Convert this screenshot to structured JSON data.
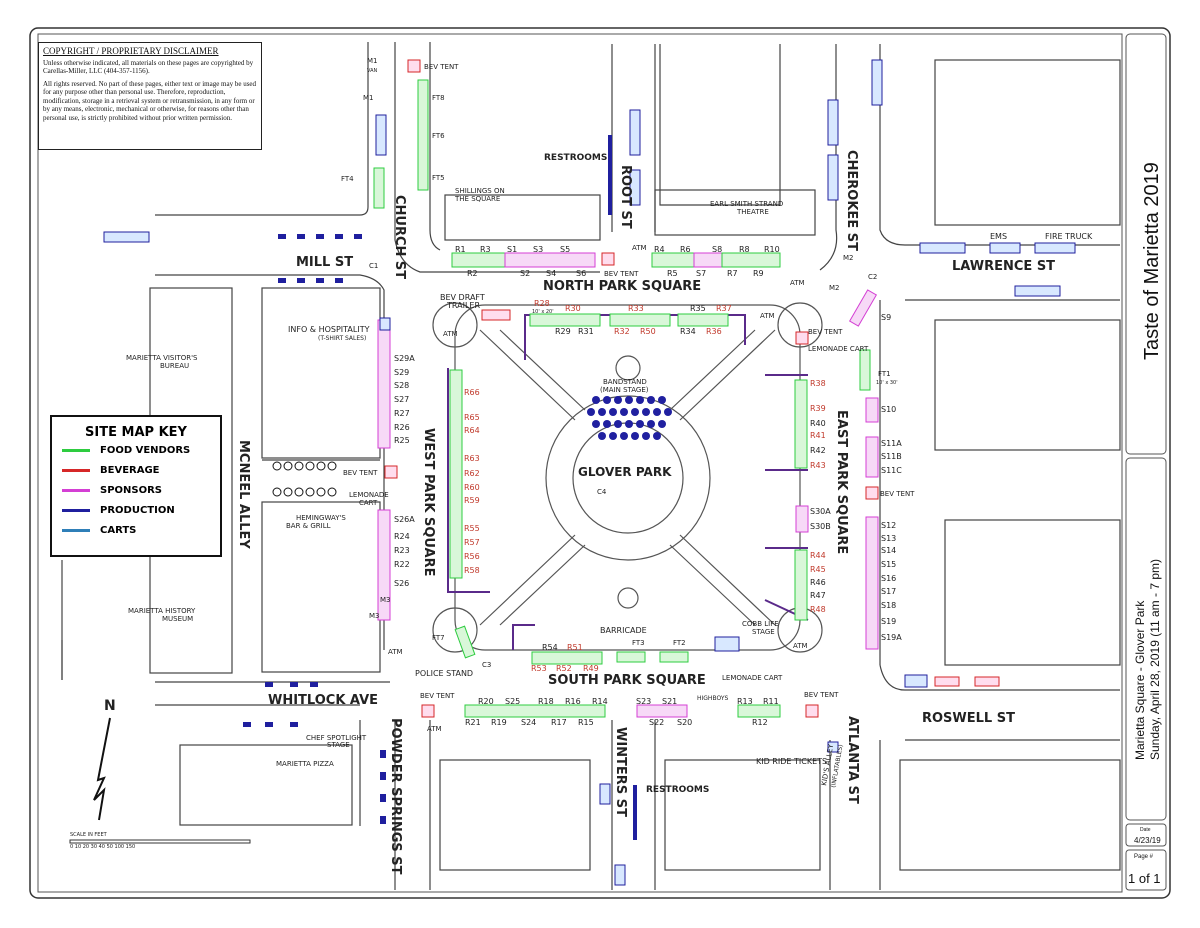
{
  "title": "Taste of Marietta 2019",
  "subtitle_line1": "Marietta Square - Glover Park",
  "subtitle_line2": "Sunday, April 28, 2019 (11 am - 7 pm)",
  "date_label": "Date",
  "date": "4/23/19",
  "page_label": "Page #",
  "page": "1 of 1",
  "disclaimer": {
    "title": "COPYRIGHT / PROPRIETARY DISCLAIMER",
    "p1": "Unless otherwise indicated, all materials on these pages are copyrighted by Carellas-Miller, LLC (404-357-1156).",
    "p2": "All rights reserved. No part of these pages, either text or image may be used for any purpose other than personal use. Therefore, reproduction, modification, storage in a retrieval system or retransmission, in any form or by any means, electronic, mechanical or otherwise, for reasons other than personal use, is strictly prohibited without prior written permission."
  },
  "key": {
    "title": "SITE MAP KEY",
    "items": [
      {
        "label": "FOOD VENDORS",
        "color": "#2ecc40"
      },
      {
        "label": "BEVERAGE",
        "color": "#d62728"
      },
      {
        "label": "SPONSORS",
        "color": "#d43fd4"
      },
      {
        "label": "PRODUCTION",
        "color": "#1f1f9e"
      },
      {
        "label": "CARTS",
        "color": "#2f7fb8"
      }
    ]
  },
  "streets": {
    "mill": "MILL ST",
    "church": "CHURCH ST",
    "north_park": "NORTH PARK SQUARE",
    "root": "ROOT ST",
    "cherokee": "CHEROKEE ST",
    "lawrence": "LAWRENCE ST",
    "mcneel": "MCNEEL ALLEY",
    "west_park": "WEST PARK SQUARE",
    "east_park": "EAST PARK SQUARE",
    "south_park": "SOUTH PARK SQUARE",
    "whitlock": "WHITLOCK AVE",
    "powder": "POWDER SPRINGS ST",
    "winters": "WINTERS ST",
    "atlanta": "ATLANTA ST",
    "roswell": "ROSWELL ST"
  },
  "places": {
    "glover": "GLOVER PARK",
    "bandstand": "BANDSTAND",
    "main_stage": "(MAIN STAGE)",
    "visitors": "MARIETTA VISITOR'S",
    "bureau": "BUREAU",
    "museum1": "MARIETTA HISTORY",
    "museum2": "MUSEUM",
    "hemingway1": "HEMINGWAY'S",
    "hemingway2": "BAR & GRILL",
    "pizza": "MARIETTA PIZZA",
    "strand1": "EARL SMITH STRAND",
    "strand2": "THEATRE",
    "shillings1": "SHILLINGS ON",
    "shillings2": "THE SQUARE",
    "restrooms_n": "RESTROOMS",
    "restrooms_s": "RESTROOMS",
    "info1": "INFO & HOSPITALITY",
    "info2": "(T-SHIRT SALES)",
    "ems": "EMS",
    "fire": "FIRE TRUCK",
    "police": "POLICE STAND",
    "barricade": "BARRICADE",
    "cobb1": "COBB LIFE",
    "cobb2": "STAGE",
    "chef1": "CHEF SPOTLIGHT",
    "chef2": "STAGE",
    "kid_tickets": "KID RIDE TICKETS",
    "kids_alley1": "KID'S ALLEY",
    "kids_alley2": "(INFLATABLES)",
    "highboys": "HIGHBOYS",
    "bev_draft1": "BEV DRAFT",
    "bev_draft2": "TRAILER",
    "north": "N",
    "scale": "SCALE IN FEET",
    "scale_ticks": "0  10  20  30  40  50                          100                                   150"
  },
  "labels": {
    "bev_tent": "BEV TENT",
    "lemonade": "LEMONADE CART",
    "lemonade_w1": "LEMONADE",
    "lemonade_w2": "CART",
    "atm": "ATM",
    "c1": "C1",
    "c2": "C2",
    "c3": "C3",
    "c4": "C4",
    "m1": "M1",
    "m1v": "VAN",
    "m1b": "M1",
    "m2": "M2",
    "m2v": "M2",
    "m3": "M3",
    "m3b": "M3",
    "ft1": "FT1",
    "ft2": "FT2",
    "ft3": "FT3",
    "ft4": "FT4",
    "ft5": "FT5",
    "ft6": "FT6",
    "ft7": "FT7",
    "ft8": "FT8",
    "size10x30": "10' x 30'",
    "size10x20": "10' x 20'"
  },
  "north_row_top": [
    "R1",
    "R3",
    "S1",
    "S3",
    "S5",
    "R4",
    "R6",
    "S8",
    "R8",
    "R10"
  ],
  "north_row_bot": [
    "R2",
    "S2",
    "S4",
    "S6",
    "R5",
    "S7",
    "R7",
    "R9"
  ],
  "np_red_top": [
    "R28",
    "R30",
    "R33",
    "R35",
    "R37"
  ],
  "np_blk_bot": [
    "R29",
    "R31",
    "R32",
    "R50",
    "R34",
    "R36"
  ],
  "west_vendors": [
    "R66",
    "R65",
    "R64",
    "R63",
    "R62",
    "R60",
    "R59",
    "R55",
    "R57",
    "R56",
    "R58"
  ],
  "west_sponsors": [
    "S29A",
    "S29",
    "S28",
    "S27",
    "R27",
    "R26",
    "R25"
  ],
  "west_lower": [
    "S26A",
    "R24",
    "R23",
    "R22",
    "S26",
    "M3"
  ],
  "east_r": [
    "R38",
    "R39",
    "R40",
    "R41",
    "R42",
    "R43"
  ],
  "east_r2": [
    "R44",
    "R45",
    "R46",
    "R47",
    "R48"
  ],
  "east_s": [
    "S10",
    "S11A",
    "S11B",
    "S11C",
    "S30A",
    "S30B",
    "S12",
    "S13",
    "S14",
    "S15",
    "S16",
    "S17",
    "S18",
    "S19",
    "S19A",
    "S9"
  ],
  "south_park_top": [
    "R54",
    "R51"
  ],
  "south_park_bot": [
    "R53",
    "R52",
    "R49"
  ],
  "south_row_top": [
    "R20",
    "S25",
    "R18",
    "R16",
    "R14",
    "S23",
    "S21",
    "R13",
    "R11"
  ],
  "south_row_bot": [
    "R21",
    "R19",
    "S24",
    "R17",
    "R15",
    "S22",
    "S20",
    "R12"
  ]
}
